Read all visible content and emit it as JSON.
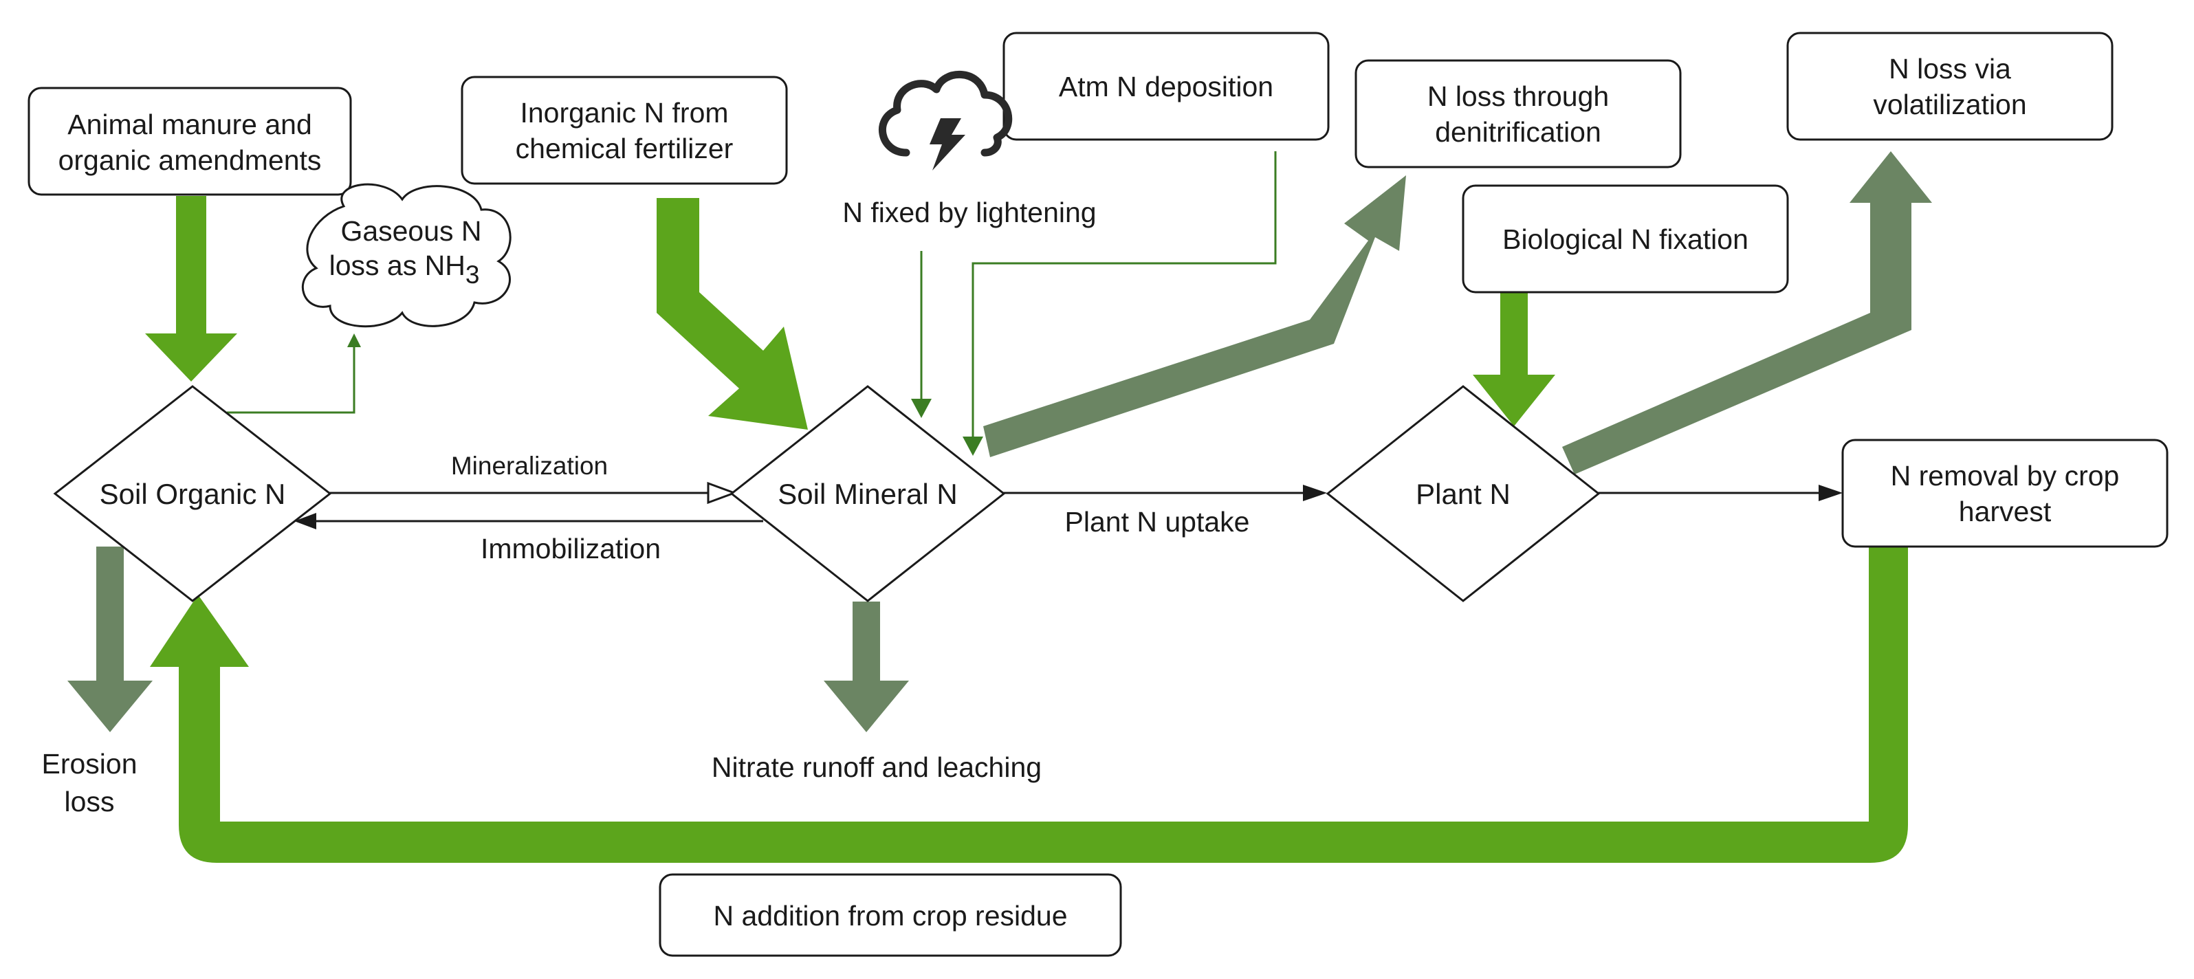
{
  "colors": {
    "input_green": "#5ca51c",
    "loss_gray_green": "#6b8563",
    "thin_green": "#3b7d23",
    "line": "#1a1a1a"
  },
  "boxes": {
    "animal_manure": [
      "Animal manure and",
      "organic amendments"
    ],
    "inorganic_fertilizer": [
      "Inorganic N from",
      "chemical fertilizer"
    ],
    "atm_deposition": [
      "Atm N deposition"
    ],
    "denitrification": [
      "N loss through",
      "denitrification"
    ],
    "volatilization": [
      "N loss via",
      "volatilization"
    ],
    "biological_fixation": [
      "Biological N fixation"
    ],
    "crop_harvest": [
      "N removal by crop",
      "harvest"
    ],
    "crop_residue": [
      "N addition from crop residue"
    ]
  },
  "cloud": {
    "line1": "Gaseous N",
    "line2_prefix": "loss as NH",
    "line2_subscript": "3"
  },
  "nodes": {
    "soil_organic": "Soil Organic N",
    "soil_mineral": "Soil Mineral N",
    "plant": "Plant N"
  },
  "flows": {
    "mineralization": "Mineralization",
    "immobilization": "Immobilization",
    "plant_uptake": "Plant N uptake",
    "lightning_fixation": "N fixed by lightening",
    "nitrate_runoff": "Nitrate runoff and leaching",
    "erosion": [
      "Erosion",
      "loss"
    ]
  },
  "icons": {
    "lightning_cloud": "storm-cloud-lightning-icon"
  }
}
